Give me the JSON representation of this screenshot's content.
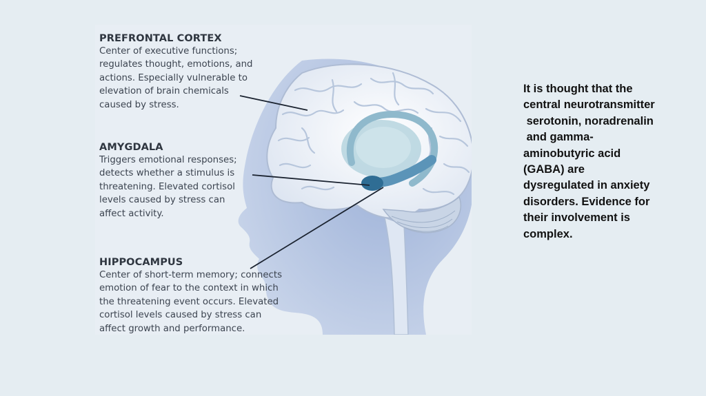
{
  "labels": {
    "prefrontal": {
      "title": "PREFRONTAL CORTEX",
      "description": "Center of executive functions;\nregulates thought, emotions, and\nactions. Especially vulnerable to\nelevation of brain chemicals\ncaused by stress."
    },
    "amygdala": {
      "title": "AMYGDALA",
      "description": "Triggers emotional responses;\ndetects whether a stimulus is\nthreatening. Elevated cortisol\nlevels caused by stress can\naffect activity."
    },
    "hippocampus": {
      "title": "HIPPOCAMPUS",
      "description": "Center of short-term memory; connects\nemotion of fear to the context in which\nthe threatening event occurs. Elevated\ncortisol levels caused by stress can\naffect growth and performance."
    }
  },
  "side_text": "It is thought that the\ncentral neurotransmitter\n serotonin, noradrenalin\n and gamma-\naminobutyric acid\n(GABA) are\ndysregulated in anxiety\ndisorders. Evidence for\ntheir involvement is\ncomplex.",
  "colors": {
    "head": "#b9c8e4",
    "brain": "#f2f5fa",
    "gyri": "#b7c6dc",
    "limbic": "#a9cbd9",
    "amygdala": "#2f6d94",
    "hippocampus": "#5b94b8",
    "pointer": "#1b2330"
  }
}
